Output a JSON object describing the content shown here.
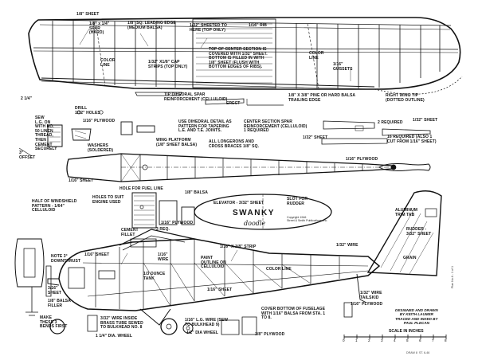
{
  "wing": {
    "spar_top": "1/8\" SHEET",
    "spar_hard": "1/8\" x 1/4\"\nSPAR\n(HARD)",
    "leading_edge": "1/8\" SQ. LEADING EDGE\n(MEDIUM BALSA)",
    "sheet_to_here": "1/32\" SHEETED TO\nHERE (TOP ONLY)",
    "rib": "1/16\" RIB",
    "color_line_left": "COLOR\nLINE",
    "color_line_right": "COLOR\nLINE",
    "cap_strips": "1/32\" X1/8\" CAP\nSTRIPS (TOP ONLY)",
    "center_section": "TOP OF CENTER SECTION IS\nCOVERED WITH 1/32\" SHEET.\nBOTTOM IS FILLED IN WITH\n1/8\" SHEET (FLUSH WITH\nBOTTOM EDGES OF RIBS).",
    "gussets": "1/16\"\nGUSSETS",
    "dihedral_reinf": "TIP DIHEDRAL SPAR\nREINFORCEMENT (CELLULOID)",
    "dihedral_size": "2 1/4\"",
    "dihedral_erect": "ERECT",
    "trailing_edge": "1/8\" X 3/8\" PINE OR HARD BALSA\nTRAILING EDGE",
    "right_tip": "RIGHT WING TIP\n(DOTTED OUTLINE)"
  },
  "fuselage_top": {
    "drill": "DRILL\n1/32\" HOLES",
    "sew": "SEW\nL.G. ON\nWITH NO.\n50 LINEN\nTHREAD,\nTHEN\nCEMENT\nSECURELY",
    "plywood_top": "1/16\" PLYWOOD",
    "washers": "WASHERS\n(SOLDERED)",
    "offset": "3°\nOFFSET",
    "dihedral_detail": "USE DIHEDRAL DETAIL AS\nPATTERN FOR TAPERING\nL.E. AND T.E. JOINTS.",
    "center_spar": "CENTER SECTION SPAR\nREINFORCEMENT (CELLULOID)\n1 REQUIRED",
    "sheet_32": "1/32\" SHEET",
    "wing_platform": "WING PLATFORM\n(1/8\" SHEET BALSA)",
    "longerons": "ALL LONGERONS AND\nCROSS BRACES 1/8\" SQ.",
    "sheet_16_left": "1/16\" SHEET",
    "plywood_nose": "1/16\" PLYWOOD",
    "hole_fuel": "HOLE FOR FUEL LINE",
    "required_2": "2 REQUIRED",
    "sheet_32_right": "1/32\" SHEET",
    "required_16": "16 REQUIRED (ALSO 1\nCUT FROM 1/16\" SHEET)",
    "balsa_8": "1/8\" BALSA"
  },
  "windshield": {
    "pattern": "HALF OF WINDSHIELD\nPATTERN - 1/64\"\nCELLULOID",
    "holes": "HOLES TO SUIT\nENGINE USED",
    "cement": "CEMENT\nFILLET",
    "req_label": "3 REQ.",
    "plywood": "1/16\" PLYWOOD"
  },
  "elevator": {
    "label": "ELEVATOR - 3/32\" SHEET",
    "slot": "SLOT FOR\nRUDDER",
    "title": "SWANKY",
    "subtitle": "doodle",
    "copyright": "Copyright 1946\nStreet & Smith Publications, Inc."
  },
  "rudder": {
    "trim_tab": "ALUMINUM\nTRIM TAB",
    "rudder": "RUDDER -\n3/32\" SHEET",
    "grain": "GRAIN"
  },
  "fuselage_side": {
    "strip": "1/16\" X 1/8\" STRIP",
    "sheet_16a": "1/16\" SHEET",
    "wire_16": "1/16\"\nWIRE",
    "paint": "PAINT\nOUTLINE ON\nCELLULOID",
    "ounce_tank": "1/3 OUNCE\nTANK",
    "sheet_16b": "1/16\" SHEET",
    "color_line": "COLOR LINE",
    "wire_32": "1/32\" WIRE",
    "note_down": "NOTE 3°\nDOWNTHRUST",
    "balsa_filler": "3/16\"\nSHEET",
    "balsa_filler2": "1/8\" BALSA\nFILLER",
    "make_bends": "MAKE\nTHESE 3\nBENDS FIRST",
    "wire_inside": "3/32\" WIRE INSIDE\nBRASS TUBE SEWED\nTO BULKHEAD NO. 8",
    "wheel_left": "1 1/4\" DIA. WHEEL",
    "lg_wire": "1/16\" L.G. WIRE (SEW\nTO BULKHEAD 9)",
    "wheel_half": "1/2\" DIA WHEEL",
    "plywood_bottom": "1/8\" PLYWOOD",
    "cover": "COVER BOTTOM OF FUSELAGE\nWITH 1/16\" BALSA FROM STA. 1\nTO 8.",
    "tailskid": "1/32\" WIRE\nTAILSKID",
    "plywood_tail": "1/16\" PLYWOOD"
  },
  "credits": {
    "text": "DESIGNED AND DRAWN\nBY KEITH LAUMER\nTRACED AND INKED BY\nPAUL PLECAN"
  },
  "scale": {
    "caption": "SCALE IN INCHES",
    "ticks": [
      "0",
      "1",
      "2",
      "3",
      "4",
      "5",
      "6",
      "7",
      "8"
    ]
  },
  "misc": {
    "sideways": "Plan No.6 - 1 of 1",
    "footer": "DRAW 8  ST. 6-46"
  }
}
